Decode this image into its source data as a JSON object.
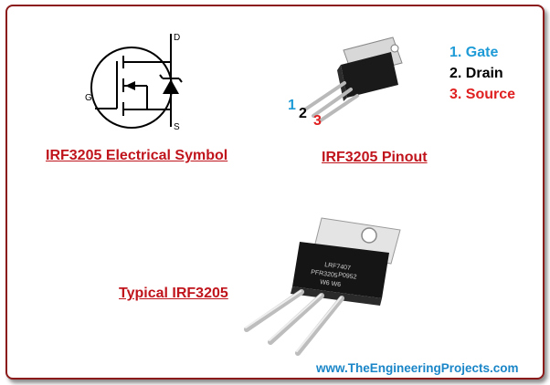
{
  "captions": {
    "symbol": "IRF3205 Electrical Symbol",
    "pinout": "IRF3205 Pinout",
    "typical": "Typical IRF3205"
  },
  "symbol_labels": {
    "drain": "D",
    "gate": "G",
    "source": "S"
  },
  "pin_numbers": [
    "1",
    "2",
    "3"
  ],
  "legend": [
    {
      "text": "1. Gate",
      "color": "#1e9bd7"
    },
    {
      "text": "2. Drain",
      "color": "#000000"
    },
    {
      "text": "3. Source",
      "color": "#e02020"
    }
  ],
  "package_marking": [
    "LRF7407",
    "PFR3205",
    "P0952",
    "W6 W6"
  ],
  "watermark": "www.TheEngineeringProjects.com",
  "colors": {
    "caption": "#c0141c",
    "border": "#8b1a1a",
    "watermark": "#1a86c8"
  }
}
